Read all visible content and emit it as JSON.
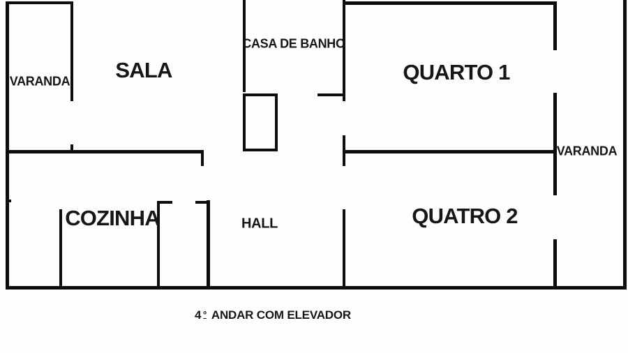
{
  "rooms": {
    "varanda_left": "VARANDA",
    "sala": "SALA",
    "casa_de_banho": "CASA DE BANHO",
    "quarto1": "QUARTO 1",
    "varanda_right": "VARANDA",
    "cozinha": "COZINHA",
    "hall": "HALL",
    "quarto2": "QUATRO 2"
  },
  "caption": {
    "floor_number": "4",
    "ordinal": "º",
    "text": "ANDAR COM ELEVADOR"
  },
  "colors": {
    "wall": "#0d0d0d",
    "background": "#fdfdfd",
    "text": "#161616"
  },
  "walls": [
    [
      8,
      2,
      5,
      413
    ],
    [
      8,
      2,
      97,
      4
    ],
    [
      495,
      2,
      302,
      5
    ],
    [
      893,
      0,
      5,
      415
    ],
    [
      8,
      410,
      890,
      5
    ],
    [
      101,
      2,
      4,
      143
    ],
    [
      101,
      207,
      4,
      12
    ],
    [
      348,
      0,
      4,
      132
    ],
    [
      491,
      0,
      4,
      145
    ],
    [
      491,
      194,
      4,
      44
    ],
    [
      491,
      300,
      4,
      112
    ],
    [
      793,
      2,
      5,
      70
    ],
    [
      793,
      133,
      5,
      147
    ],
    [
      793,
      343,
      5,
      69
    ],
    [
      85,
      300,
      4,
      112
    ],
    [
      225,
      290,
      4,
      122
    ],
    [
      296,
      287,
      5,
      125
    ],
    [
      288,
      219,
      4,
      19
    ],
    [
      8,
      286,
      8,
      4
    ],
    [
      8,
      215,
      284,
      5
    ],
    [
      491,
      215,
      307,
      5
    ],
    [
      455,
      134,
      38,
      4
    ],
    [
      348,
      134,
      50,
      4
    ],
    [
      348,
      134,
      4,
      83
    ],
    [
      394,
      134,
      4,
      83
    ],
    [
      348,
      213,
      50,
      4
    ],
    [
      225,
      288,
      22,
      4
    ],
    [
      280,
      288,
      21,
      4
    ]
  ]
}
